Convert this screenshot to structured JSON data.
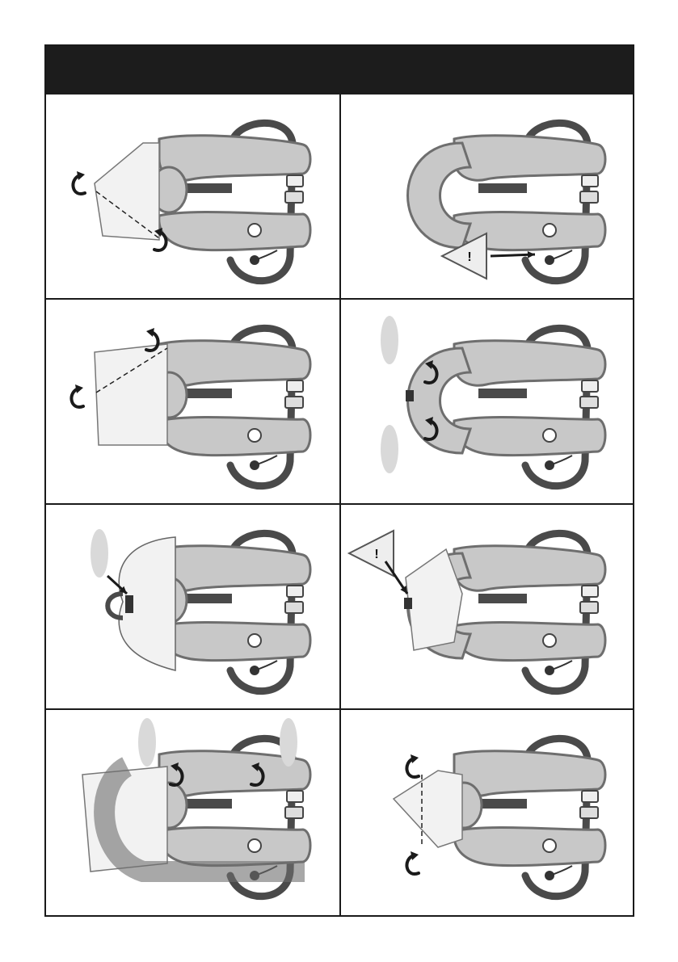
{
  "page": {
    "header_title": ""
  },
  "panels": [
    {
      "step": "fold-side-flaps-out",
      "has_warning": false
    },
    {
      "step": "check-inflator-warning",
      "has_warning": true,
      "warning_symbol": "!"
    },
    {
      "step": "fold-cover-diagonal",
      "has_warning": false
    },
    {
      "step": "close-cover-both-sides",
      "has_warning": false
    },
    {
      "step": "press-velcro-tab",
      "has_warning": false
    },
    {
      "step": "check-tab-warning",
      "has_warning": true,
      "warning_symbol": "!"
    },
    {
      "step": "roll-collar-over",
      "has_warning": false
    },
    {
      "step": "fold-flaps-back",
      "has_warning": false
    }
  ],
  "colors": {
    "vest_fill": "#c8c8c8",
    "vest_stroke": "#6e6e6e",
    "harness": "#4a4a4a",
    "cover": "#f2f2f2",
    "arrow": "#1a1a1a",
    "hand_hint": "#d9d9d9",
    "header": "#1c1c1c"
  }
}
